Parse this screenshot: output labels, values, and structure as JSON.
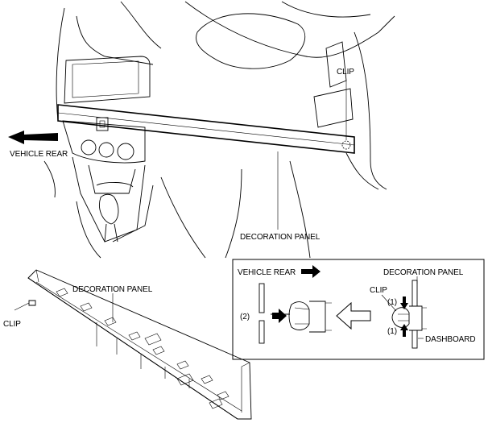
{
  "labels": {
    "clip_top": "CLIP",
    "vehicle_rear_top": "VEHICLE REAR",
    "decoration_panel_main": "DECORATION PANEL",
    "decoration_panel_lower": "DECORATION PANEL",
    "clip_lower": "CLIP",
    "inset_vehicle_rear": "VEHICLE REAR",
    "inset_decoration_panel": "DECORATION PANEL",
    "inset_clip": "CLIP",
    "inset_step_1a": "(1)",
    "inset_step_1b": "(1)",
    "inset_step_2": "(2)",
    "inset_dashboard": "DASHBOARD"
  },
  "colors": {
    "line": "#000000",
    "background": "#ffffff"
  }
}
